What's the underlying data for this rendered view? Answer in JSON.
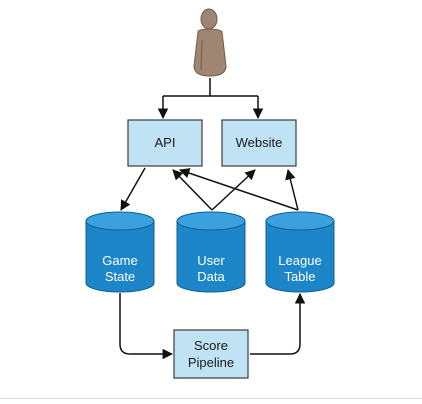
{
  "diagram": {
    "boxes": {
      "api": "API",
      "website": "Website",
      "pipeline": [
        "Score",
        "Pipeline"
      ]
    },
    "databases": {
      "game_state": [
        "Game",
        "State"
      ],
      "user_data": [
        "User",
        "Data"
      ],
      "league_table": [
        "League",
        "Table"
      ]
    },
    "colors": {
      "box_fill": "#bfe2f4",
      "box_stroke": "#3c3c3c",
      "db_fill": "#1d86c8",
      "db_top": "#3aa0de",
      "db_stroke": "#0d5f94",
      "arrow": "#111111",
      "person": "#a08572"
    },
    "icons": [
      "person-icon",
      "database-icon"
    ]
  }
}
